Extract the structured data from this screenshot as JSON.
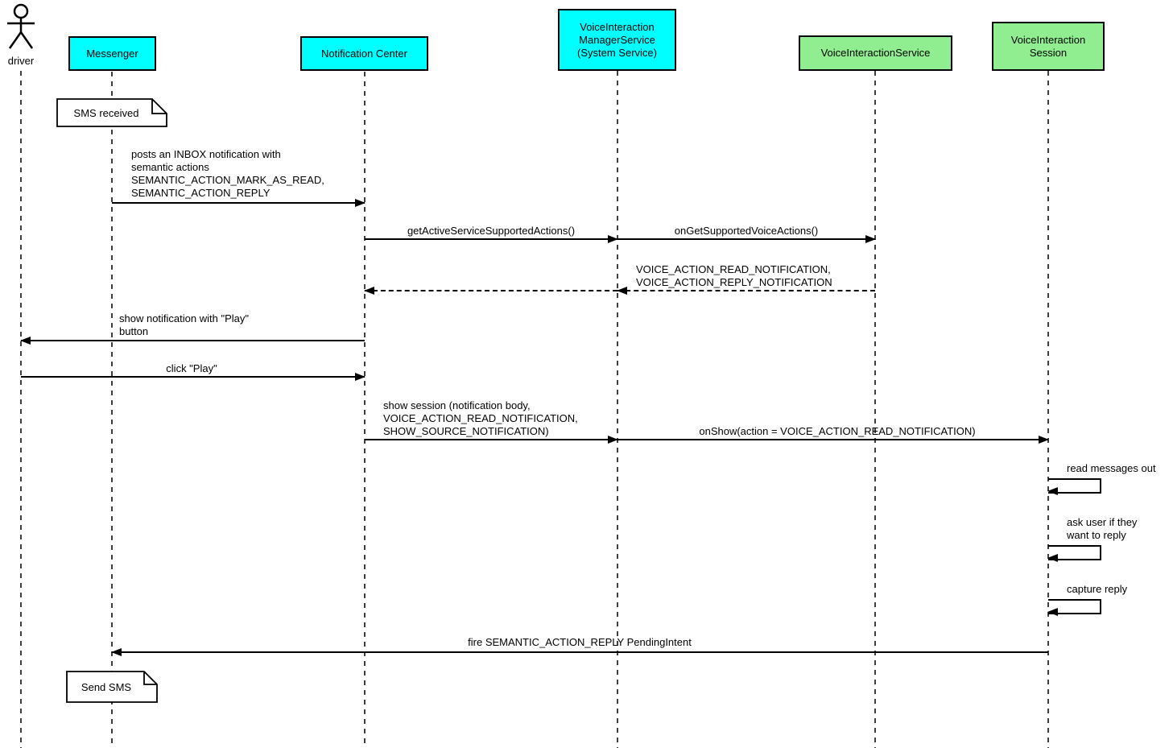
{
  "colors": {
    "participant_cyan": "#00ffff",
    "participant_green": "#90ee90",
    "line": "#000000",
    "lifeline_gray": "#3f3f3f",
    "note_background": "#ffffff"
  },
  "actor": {
    "label": "driver"
  },
  "participants": [
    {
      "id": "messenger",
      "label": "Messenger",
      "color": "#00ffff"
    },
    {
      "id": "notification-center",
      "label": "Notification Center",
      "color": "#00ffff"
    },
    {
      "id": "voice-interaction-manager-service",
      "label": "VoiceInteraction\nManagerService\n(System Service)",
      "color": "#00ffff"
    },
    {
      "id": "voice-interaction-service",
      "label": "VoiceInteractionService",
      "color": "#90ee90"
    },
    {
      "id": "voice-interaction-session",
      "label": "VoiceInteraction\nSession",
      "color": "#90ee90"
    }
  ],
  "notes": [
    {
      "text": "SMS received"
    },
    {
      "text": "Send SMS"
    }
  ],
  "messages": [
    {
      "from": "Messenger",
      "to": "Notification Center",
      "style": "solid",
      "text": "posts an INBOX notification with\nsemantic actions\nSEMANTIC_ACTION_MARK_AS_READ,\nSEMANTIC_ACTION_REPLY"
    },
    {
      "from": "Notification Center",
      "to": "VoiceInteractionManagerService",
      "style": "solid",
      "text": "getActiveServiceSupportedActions()"
    },
    {
      "from": "VoiceInteractionManagerService",
      "to": "VoiceInteractionService",
      "style": "solid",
      "text": "onGetSupportedVoiceActions()"
    },
    {
      "from": "VoiceInteractionService",
      "to": "VoiceInteractionManagerService",
      "style": "dashed-return",
      "text": "VOICE_ACTION_READ_NOTIFICATION,\nVOICE_ACTION_REPLY_NOTIFICATION"
    },
    {
      "from": "VoiceInteractionManagerService",
      "to": "Notification Center",
      "style": "dashed-return",
      "text": ""
    },
    {
      "from": "Notification Center",
      "to": "driver",
      "style": "solid",
      "text": "show notification with \"Play\"\nbutton"
    },
    {
      "from": "driver",
      "to": "Notification Center",
      "style": "solid",
      "text": "click \"Play\""
    },
    {
      "from": "Notification Center",
      "to": "VoiceInteractionManagerService",
      "style": "solid",
      "text": "show session (notification body,\nVOICE_ACTION_READ_NOTIFICATION,\nSHOW_SOURCE_NOTIFICATION)"
    },
    {
      "from": "VoiceInteractionManagerService",
      "to": "VoiceInteractionSession",
      "style": "solid",
      "text": "onShow(action = VOICE_ACTION_READ_NOTIFICATION)"
    },
    {
      "from": "VoiceInteractionSession",
      "to": "VoiceInteractionSession",
      "style": "self",
      "text": "read messages out"
    },
    {
      "from": "VoiceInteractionSession",
      "to": "VoiceInteractionSession",
      "style": "self",
      "text": "ask user if they\nwant to reply"
    },
    {
      "from": "VoiceInteractionSession",
      "to": "VoiceInteractionSession",
      "style": "self",
      "text": "capture reply"
    },
    {
      "from": "VoiceInteractionSession",
      "to": "Messenger",
      "style": "solid",
      "text": "fire SEMANTIC_ACTION_REPLY PendingIntent"
    }
  ]
}
